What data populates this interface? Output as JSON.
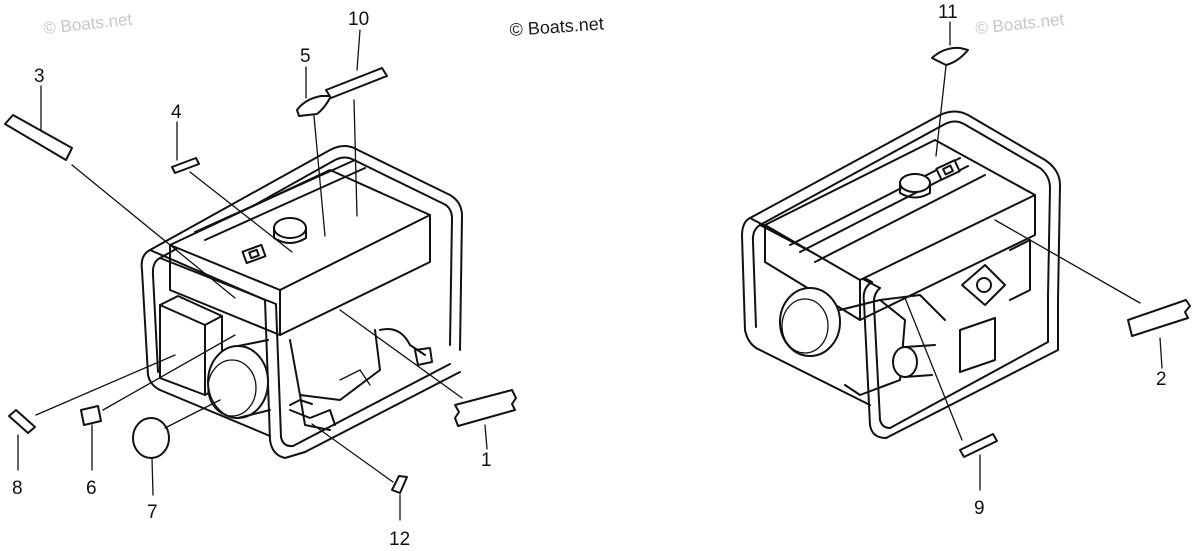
{
  "watermarks": {
    "left": "© Boats.net",
    "center": "© Boats.net",
    "right": "© Boats.net"
  },
  "callouts": {
    "c1": "1",
    "c2": "2",
    "c3": "3",
    "c4": "4",
    "c5": "5",
    "c6": "6",
    "c7": "7",
    "c8": "8",
    "c9": "9",
    "c10": "10",
    "c11": "11",
    "c12": "12"
  }
}
